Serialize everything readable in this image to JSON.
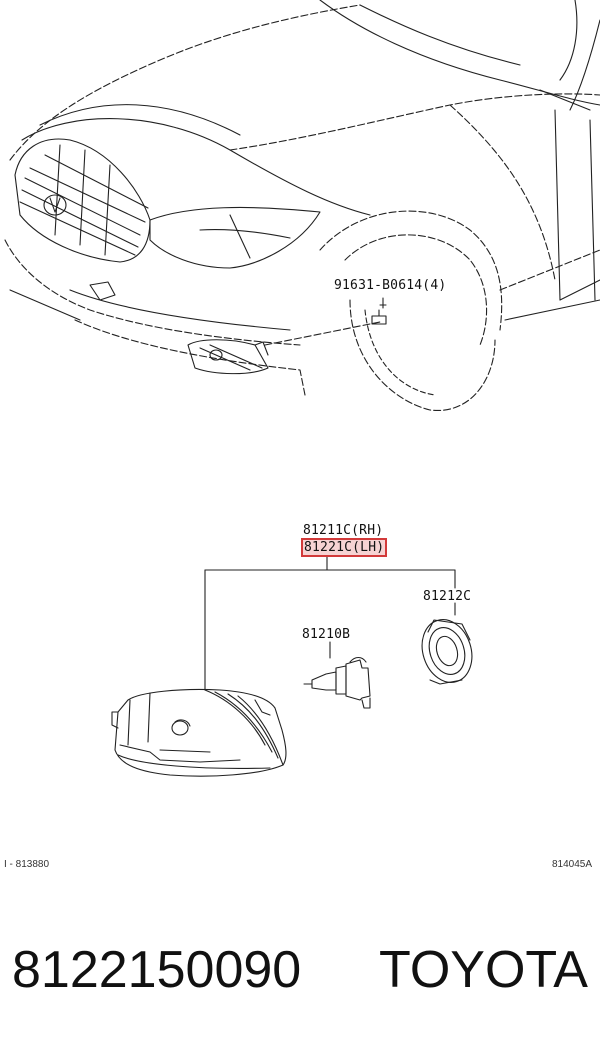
{
  "callouts": {
    "bolt": "91631-B0614(4)",
    "assembly_rh": "81211C(RH)",
    "assembly_lh": "81221C(LH)",
    "bulb": "81210B",
    "socket": "81212C"
  },
  "refs": {
    "left": "I - 813880",
    "right": "814045A"
  },
  "caption": {
    "part_number": "8122150090",
    "brand": "TOYOTA"
  },
  "colors": {
    "highlight_border": "#d23a3a",
    "highlight_fill": "#f6d3d3"
  }
}
